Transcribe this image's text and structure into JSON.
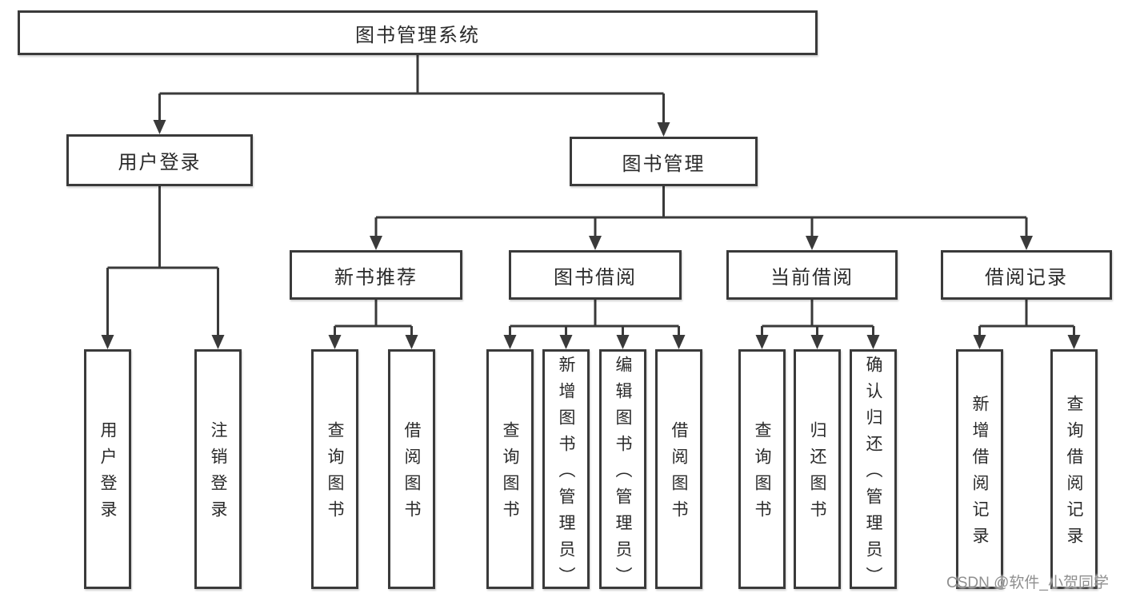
{
  "diagram": {
    "root": "图书管理系统",
    "branches": {
      "user_login": "用户登录",
      "book_management": "图书管理"
    },
    "modules": {
      "new_book_recommendation": "新书推荐",
      "book_borrowing": "图书借阅",
      "current_borrowing": "当前借阅",
      "borrowing_records": "借阅记录"
    },
    "leaves": {
      "user_login": "用户登录",
      "logout_login": "注销登录",
      "rec_query_books": "查询图书",
      "rec_borrow_books": "借阅图书",
      "bor_query_books": "查询图书",
      "bor_add_books_admin": "新增图书（管理员）",
      "bor_edit_books_admin": "编辑图书（管理员）",
      "bor_borrow_books": "借阅图书",
      "cur_query_books": "查询图书",
      "cur_return_books": "归还图书",
      "cur_confirm_return_admin": "确认归还（管理员）",
      "log_add_borrow_record": "新增借阅记录",
      "log_query_borrow_record": "查询借阅记录"
    },
    "colors": {
      "line": "#3a3a3a",
      "text": "#2a2a2a",
      "watermark": "#8f8f8f",
      "background": "#ffffff"
    }
  },
  "watermark": "CSDN @软件_小贺同学"
}
